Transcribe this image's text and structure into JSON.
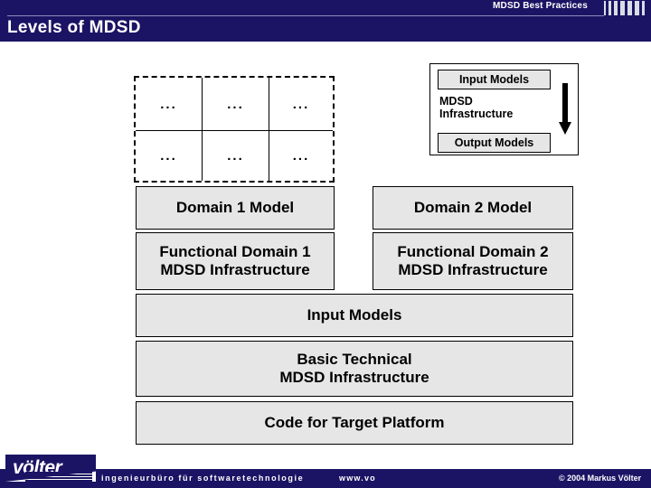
{
  "header": {
    "kicker": "MDSD Best Practices",
    "title": "Levels of MDSD",
    "logo_icon": "voelter-mark-icon"
  },
  "legend": {
    "input_models": "Input Models",
    "infrastructure_line1": "MDSD",
    "infrastructure_line2": "Infrastructure",
    "output_models": "Output Models",
    "arrow_icon": "down-arrow-icon"
  },
  "diagram": {
    "dots": "...",
    "dotted_grid": {
      "rows": 2,
      "cols": 3,
      "cells": [
        [
          "...",
          "...",
          "..."
        ],
        [
          "...",
          "...",
          "..."
        ]
      ]
    },
    "boxes": [
      {
        "name": "domain-1-model",
        "text": "Domain 1 Model"
      },
      {
        "name": "domain-2-model",
        "text": "Domain 2 Model"
      },
      {
        "name": "functional-domain-1",
        "line1": "Functional Domain 1",
        "line2": "MDSD Infrastructure"
      },
      {
        "name": "functional-domain-2",
        "line1": "Functional Domain 2",
        "line2": "MDSD Infrastructure"
      },
      {
        "name": "input-models",
        "text": "Input Models"
      },
      {
        "name": "basic-technical",
        "line1": "Basic Technical",
        "line2": "MDSD Infrastructure"
      },
      {
        "name": "code-for-target-platform",
        "text": "Code for Target Platform"
      }
    ]
  },
  "footer": {
    "tagline": "ingenieurbüro für softwaretechnologie",
    "url": "www.vo",
    "copyright": "© 2004  Markus Völter",
    "logo_word": "völter"
  },
  "colors": {
    "brand_navy": "#1b1464",
    "box_fill": "#e6e6e6",
    "page_bg": "#ffffff",
    "outline": "#000000"
  }
}
